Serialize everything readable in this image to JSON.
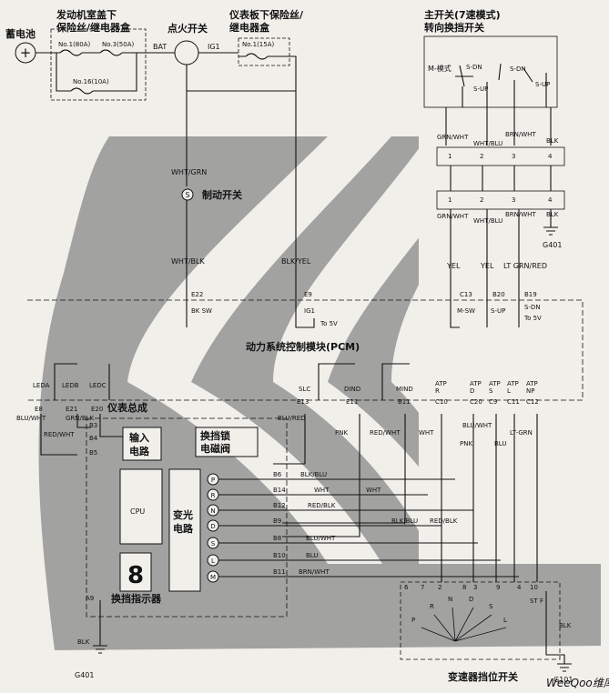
{
  "battery": {
    "label": "蓄电池",
    "symbol": "+"
  },
  "engine_fuse_box": {
    "title_l1": "发动机室盖下",
    "title_l2": "保险丝/继电器盒",
    "f1": "No.1(80A)",
    "f3": "No.3(50A)",
    "f16": "No.16(10A)"
  },
  "ignition": {
    "title": "点火开关",
    "bat": "BAT",
    "ig1": "IG1"
  },
  "dash_fuse_box": {
    "title_l1": "仪表板下保险丝/",
    "title_l2": "继电器盒",
    "f1": "No.1(15A)"
  },
  "main_switch": {
    "title_l1": "主开关(7速模式)",
    "title_l2": "转向换挡开关",
    "m_mode": "M-模式",
    "sdn1": "S-DN",
    "sup1": "S-UP",
    "sdn2": "S-DN",
    "sup2": "S-UP"
  },
  "connector_top": {
    "pins": [
      "1",
      "2",
      "3",
      "4"
    ]
  },
  "connector_bottom": {
    "pins": [
      "1",
      "2",
      "3",
      "4"
    ]
  },
  "wires": {
    "wht_grn": "WHT/GRN",
    "wht_blk": "WHT/BLK",
    "blk_yel": "BLK/YEL",
    "grn_wht_t": "GRN/WHT",
    "wht_blu_t": "WHT/BLU",
    "brn_wht_t": "BRN/WHT",
    "blk_t": "BLK",
    "grn_wht_b": "GRN/WHT",
    "wht_blu_b": "WHT/BLU",
    "brn_wht_b": "BRN/WHT",
    "blk_b": "BLK",
    "yel": "YEL",
    "yel2": "YEL",
    "lt_grn_red": "LT GRN/RED",
    "blu_wht": "BLU/WHT",
    "grn_blk": "GRN/BLK",
    "red_wht": "RED/WHT",
    "blu_red": "BLU/RED",
    "pnk": "PNK",
    "red_wht2": "RED/WHT",
    "wht": "WHT",
    "blu_wht2": "BLU/WHT",
    "pnk2": "PNK",
    "blu": "BLU",
    "lt_grn": "LT-GRN",
    "blk_blu": "BLK/BLU",
    "wht2": "WHT",
    "wht3": "WHT",
    "red_blk": "RED/BLK",
    "blk_blu2": "BLK|BLU",
    "red_blk2": "RED/BLK",
    "blu_wht3": "BLU/WHT",
    "blu2": "BLU",
    "brn_wht2": "BRN/WHT",
    "blk2": "BLK",
    "blk3": "BLK"
  },
  "g401a": "G401",
  "g401b": "G401",
  "g101": "G101",
  "brake_switch": "制动开关",
  "pcm": {
    "title": "动力系统控制模块(PCM)",
    "e22": "E22",
    "bksw": "BK SW",
    "e9": "E9",
    "ig1": "IG1",
    "to5v": "To 5V",
    "c13": "C13",
    "msw": "M-SW",
    "b20": "B20",
    "sup": "S-UP",
    "b19": "B19",
    "sdn": "S-DN",
    "to5v2": "To 5V",
    "e8": "E8",
    "ledA": "LEDA",
    "e21": "E21",
    "ledB": "LEDB",
    "e20": "E20",
    "ledC": "LEDC",
    "slc": "SLC",
    "e13": "E13",
    "dind": "DIND",
    "e11": "E11",
    "mind": "MIND",
    "b11": "B11",
    "atpr": "ATP",
    "atpr2": "R",
    "c10": "C10",
    "atpd": "ATP",
    "atpd2": "D",
    "c20": "C20",
    "atps": "ATP",
    "atps2": "S",
    "c9": "C9",
    "atpl": "ATP",
    "atpl2": "L",
    "c11": "C11",
    "atpnp": "ATP",
    "atpnp2": "NP",
    "c12": "C12"
  },
  "cluster": {
    "title": "仪表总成",
    "b3": "B3",
    "b4": "B4",
    "b5": "B5",
    "input_l1": "输入",
    "input_l2": "电路",
    "lock_l1": "换挡锁",
    "lock_l2": "电磁阀",
    "cpu": "CPU",
    "dim_l1": "变光",
    "dim_l2": "电路",
    "gear_indicator": "换挡指示器",
    "digit": "8",
    "a9": "A9",
    "lamps": [
      "P",
      "R",
      "N",
      "D",
      "S",
      "L",
      "M"
    ],
    "pins": [
      "B6",
      "B14",
      "B12",
      "B9",
      "B8",
      "B10",
      "B11"
    ]
  },
  "range_switch": {
    "title": "变速器挡位开关",
    "pins": [
      "6",
      "7",
      "2",
      "8",
      "3",
      "9",
      "4",
      "10"
    ],
    "positions": [
      "P",
      "R",
      "N",
      "D",
      "S",
      "L"
    ],
    "stf": "ST F"
  },
  "watermark": "WeeQoo维库"
}
